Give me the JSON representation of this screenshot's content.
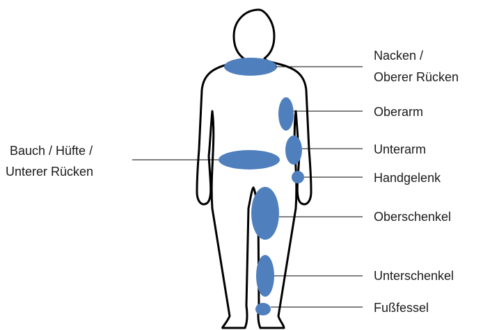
{
  "colors": {
    "zone_fill": "#4f7fbd",
    "outline": "#000000",
    "leader": "#000000"
  },
  "labels": {
    "neck_line1": "Nacken /",
    "neck_line2": "Oberer Rücken",
    "upper_arm": "Oberarm",
    "forearm": "Unterarm",
    "wrist": "Handgelenk",
    "thigh": "Oberschenkel",
    "lower_leg": "Unterschenkel",
    "ankle": "Fußfessel",
    "belly_line1": "Bauch / Hüfte /",
    "belly_line2": "Unterer Rücken"
  }
}
